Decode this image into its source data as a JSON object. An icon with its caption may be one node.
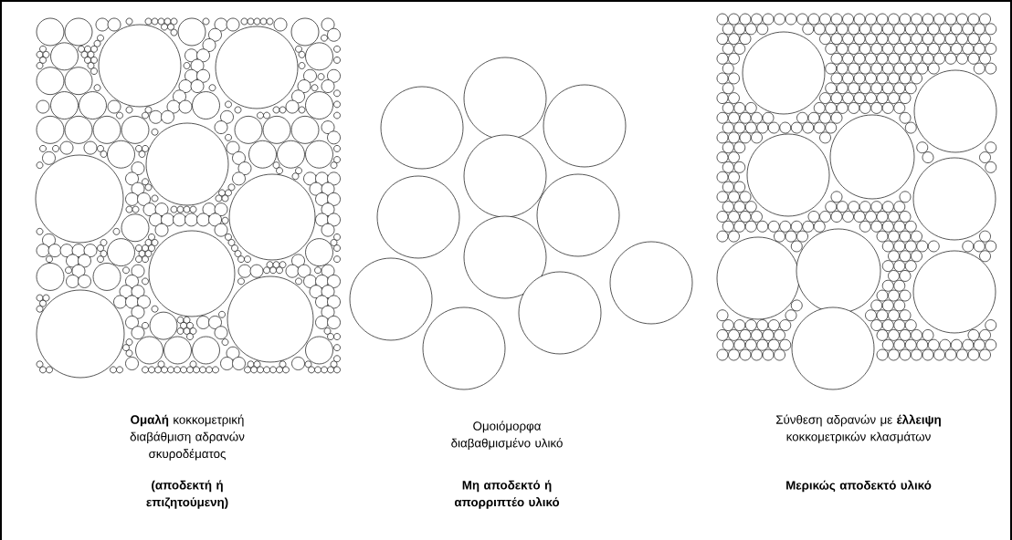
{
  "diagram": {
    "labels": [
      "**Ομαλή** κοκκομετρική διαβάθμιση αδρανών σκυροδέματος",
      "Ομοιόμορφα διαβαθμισμένο υλικό",
      "Σύνθεση αδρανών με **έλλειψη** κοκκομετρικών κλασμάτων",
      "(αποδεκτή ή επιζητούμενη)",
      "Μη αποδεκτό ή απορριπτέο υλικό",
      "Μερικώς αποδεκτό υλικό"
    ]
  }
}
